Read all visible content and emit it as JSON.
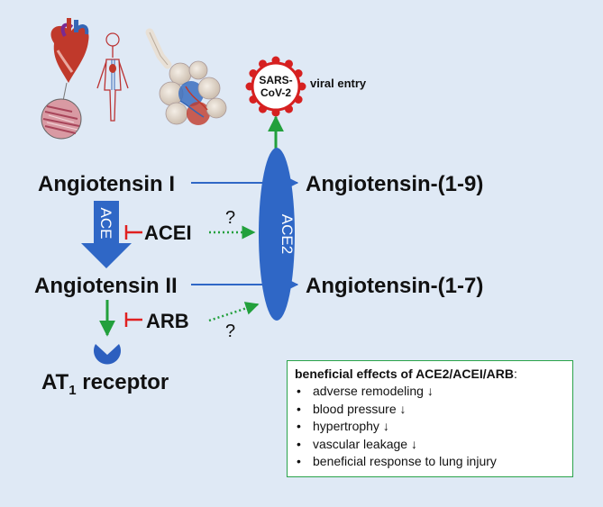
{
  "labels": {
    "angiotensin_1": "Angiotensin I",
    "angiotensin_2": "Angiotensin II",
    "angiotensin_1_9": "Angiotensin-(1-9)",
    "angiotensin_1_7": "Angiotensin-(1-7)",
    "at1_prefix": "AT",
    "at1_subscript": "1",
    "at1_suffix": " receptor",
    "ace": "ACE",
    "ace2": "ACE2",
    "acei": "ACEI",
    "arb": "ARB",
    "question_mark": "?",
    "virus_line1": "SARS-",
    "virus_line2": "CoV-2",
    "viral_entry": "viral entry"
  },
  "effects_box": {
    "title": "beneficial effects of ACE2/ACEI/ARB",
    "title_colon": ":",
    "bullet": "•",
    "items": [
      "adverse remodeling ↓",
      "blood pressure ↓",
      "hypertrophy ↓",
      "vascular leakage ↓",
      "beneficial response to lung injury"
    ]
  },
  "colors": {
    "background": "#dfe9f5",
    "ace_blue": "#2f67c6",
    "inhibit_red": "#e02020",
    "activate_green": "#22a03c",
    "virus_red": "#d62020",
    "receptor_blue": "#2c5fbf",
    "box_border": "#2aa34a"
  },
  "icons": [
    "heart-icon",
    "vascular-system-icon",
    "lungs-icon",
    "virus-icon",
    "receptor-icon"
  ]
}
